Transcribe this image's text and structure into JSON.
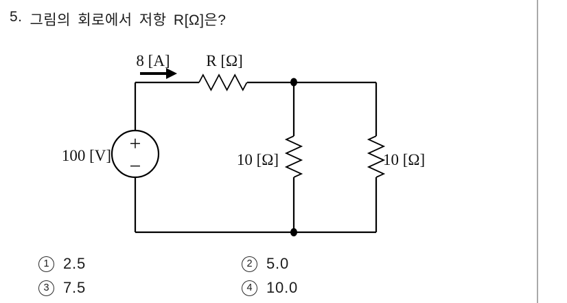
{
  "question": {
    "number": "5.",
    "text": "그림의 회로에서 저항 R[Ω]은?"
  },
  "circuit": {
    "current_label": "8 [A]",
    "series_resistor_label": "R [Ω]",
    "voltage_source_label": "100 [V]",
    "voltage_source_plus": "+",
    "voltage_source_minus": "−",
    "parallel_resistor_left_label": "10 [Ω]",
    "parallel_resistor_right_label": "10 [Ω]"
  },
  "options": [
    {
      "marker": "1",
      "value": "2.5"
    },
    {
      "marker": "2",
      "value": "5.0"
    },
    {
      "marker": "3",
      "value": "7.5"
    },
    {
      "marker": "4",
      "value": "10.0"
    }
  ],
  "colors": {
    "ink": "#111111",
    "wire": "#000000",
    "divider": "#a9a9a9",
    "background": "#ffffff"
  }
}
